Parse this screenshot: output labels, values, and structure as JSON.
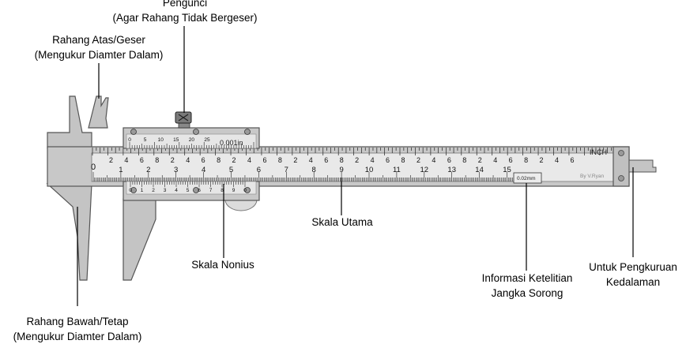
{
  "labels": {
    "pengunci": {
      "line1": "Pengunci",
      "line2": "(Agar Rahang Tidak Bergeser)"
    },
    "rahang_atas": {
      "line1": "Rahang Atas/Geser",
      "line2": "(Mengukur Diamter Dalam)"
    },
    "rahang_bawah": {
      "line1": "Rahang Bawah/Tetap",
      "line2": "(Mengukur Diamter Dalam)"
    },
    "skala_nonius": "Skala Nonius",
    "skala_utama": "Skala Utama",
    "informasi": {
      "line1": "Informasi Ketelitian",
      "line2": "Jangka Sorong"
    },
    "pengkuruan": {
      "line1": "Untuk Pengkuruan",
      "line2": "Kedalaman"
    }
  },
  "scale": {
    "inch_label": "INCH",
    "inch_numbers": [
      "2",
      "4",
      "6",
      "8",
      "2",
      "4",
      "6",
      "8",
      "2",
      "4",
      "6",
      "8",
      "2",
      "4",
      "6",
      "8",
      "2",
      "4",
      "6",
      "8",
      "2",
      "4",
      "6",
      "8",
      "2",
      "4",
      "6",
      "8",
      "2",
      "4",
      "6"
    ],
    "cm_numbers": [
      "0",
      "1",
      "2",
      "3",
      "4",
      "5",
      "6",
      "7",
      "8",
      "9",
      "10",
      "11",
      "12",
      "13",
      "14",
      "15"
    ],
    "precision_box": "0.02mm",
    "author": "By V.Ryan"
  },
  "vernier": {
    "inch_numbers": [
      "0",
      "5",
      "10",
      "15",
      "20",
      "25"
    ],
    "inch_unit": "0.001in",
    "mm_numbers": [
      "0",
      "1",
      "2",
      "3",
      "4",
      "5",
      "6",
      "7",
      "8",
      "9",
      "0"
    ]
  },
  "colors": {
    "body": "#c8c8c8",
    "scale_face": "#e8e8e8",
    "outline": "#555555"
  }
}
